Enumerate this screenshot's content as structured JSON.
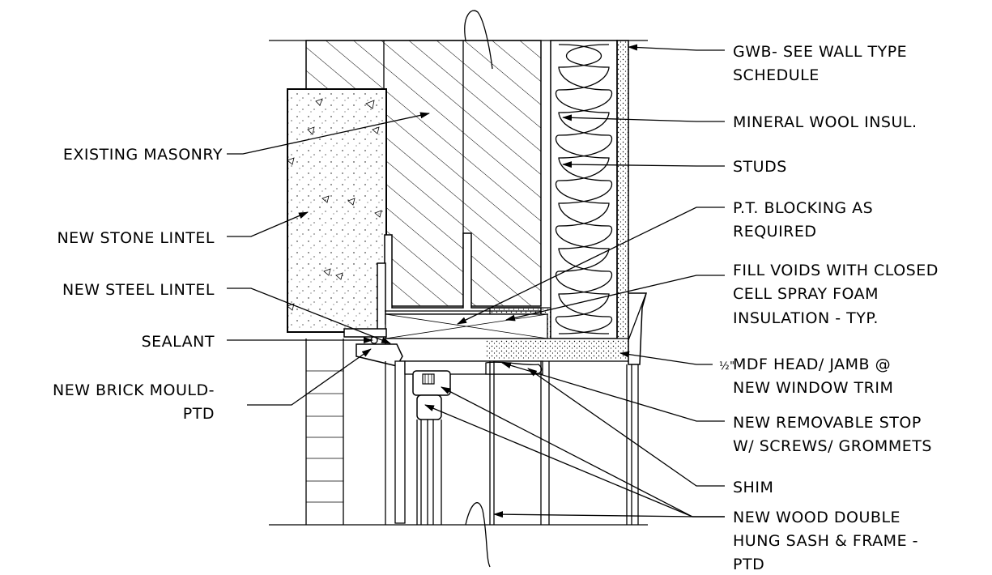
{
  "labels": {
    "gwb_1": "GWB- SEE WALL TYPE",
    "gwb_2": "SCHEDULE",
    "mineral_wool": "MINERAL WOOL INSUL.",
    "existing_masonry": "EXISTING MASONRY",
    "studs": "STUDS",
    "blocking_1": "P.T. BLOCKING AS",
    "blocking_2": "REQUIRED",
    "stone_lintel": "NEW STONE LINTEL",
    "fill_voids_1": "FILL VOIDS WITH CLOSED",
    "fill_voids_2": "CELL SPRAY FOAM",
    "fill_voids_3": "INSULATION - TYP.",
    "steel_lintel": "NEW STEEL LINTEL",
    "sealant": "SEALANT",
    "mdf_fraction": "½\"",
    "mdf_1": "MDF HEAD/ JAMB @",
    "mdf_2": "NEW WINDOW TRIM",
    "brick_mould_1": "NEW BRICK MOULD-",
    "brick_mould_2": "PTD",
    "stop_1": "NEW REMOVABLE STOP",
    "stop_2": "W/  SCREWS/ GROMMETS",
    "shim": "SHIM",
    "sash_1": "NEW WOOD DOUBLE",
    "sash_2": "HUNG SASH & FRAME -",
    "sash_3": "PTD"
  }
}
